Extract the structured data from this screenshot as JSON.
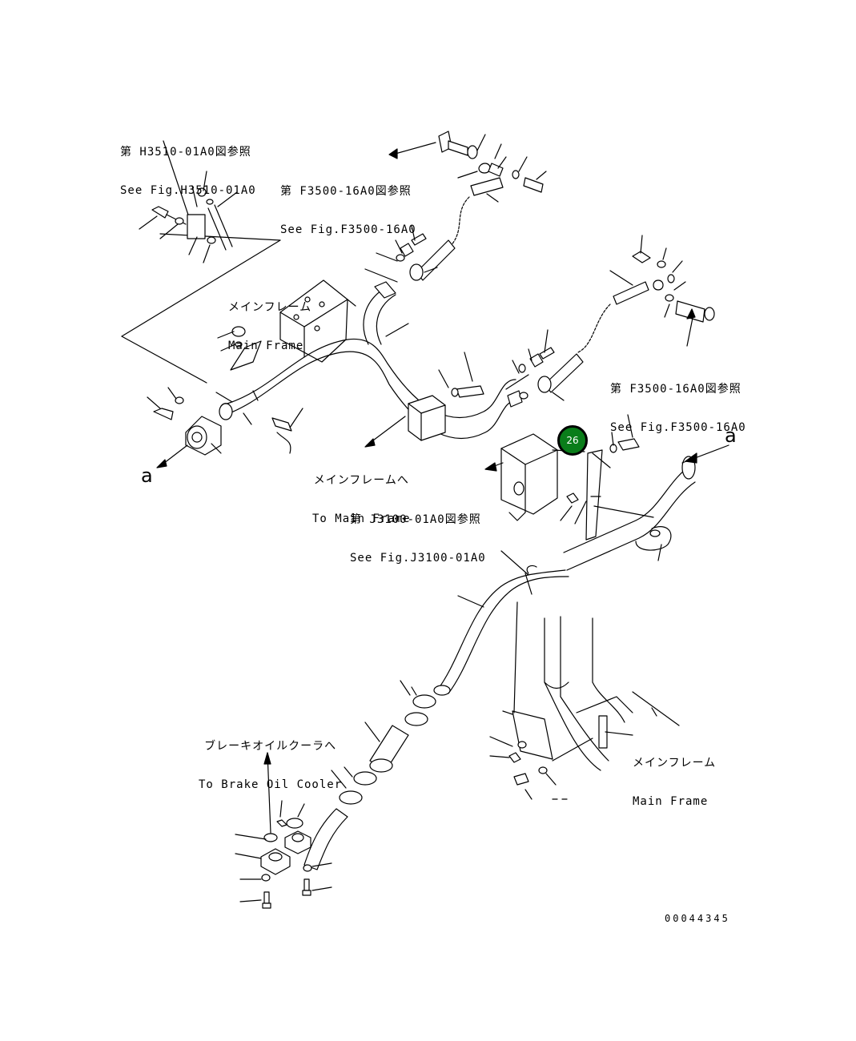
{
  "diagram": {
    "drawing_number": "00044345",
    "callouts": [
      {
        "id": "ref-h3510",
        "jp": "第 H3510-01A0図参照",
        "en": "See Fig.H3510-01A0"
      },
      {
        "id": "ref-f3500-top",
        "jp": "第 F3500-16A0図参照",
        "en": "See Fig.F3500-16A0"
      },
      {
        "id": "ref-f3500-right",
        "jp": "第 F3500-16A0図参照",
        "en": "See Fig.F3500-16A0"
      },
      {
        "id": "ref-j3100",
        "jp": "第 J3100-01A0図参照",
        "en": "See Fig.J3100-01A0"
      },
      {
        "id": "main-frame-top",
        "jp": "メインフレーム",
        "en": "Main Frame"
      },
      {
        "id": "to-main-frame",
        "jp": "メインフレームへ",
        "en": "To Main Frame"
      },
      {
        "id": "to-brake-oil-cooler",
        "jp": "ブレーキオイルクーラへ",
        "en": "To Brake Oil Cooler"
      },
      {
        "id": "main-frame-bottom",
        "jp": "メインフレーム",
        "en": "Main Frame"
      }
    ],
    "connection_markers": [
      "a",
      "a"
    ],
    "part_badge": {
      "number": "26",
      "color": "#0a7d1a"
    }
  }
}
